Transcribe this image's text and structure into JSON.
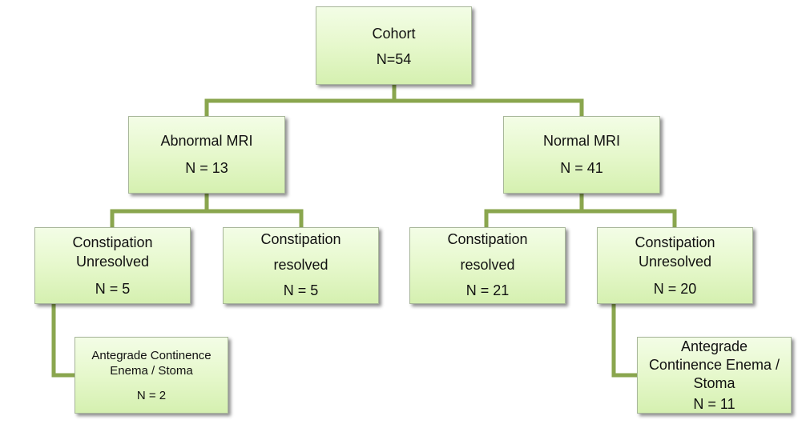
{
  "colors": {
    "connector": "#8aa64e",
    "box_top": "#f3fde6",
    "box_bottom": "#d5f0b0",
    "box_border": "#a8b79a"
  },
  "nodes": {
    "cohort": {
      "lines": [
        "Cohort",
        "N=54"
      ]
    },
    "abnormal_mri": {
      "lines": [
        "Abnormal MRI",
        "N = 13"
      ]
    },
    "normal_mri": {
      "lines": [
        "Normal MRI",
        "N = 41"
      ]
    },
    "abn_unresolved": {
      "lines": [
        "Constipation",
        "Unresolved",
        "N = 5"
      ]
    },
    "abn_resolved": {
      "lines": [
        "Constipation",
        "resolved",
        "N = 5"
      ]
    },
    "norm_resolved": {
      "lines": [
        "Constipation",
        "resolved",
        "N = 21"
      ]
    },
    "norm_unresolved": {
      "lines": [
        "Constipation",
        "Unresolved",
        "N = 20"
      ]
    },
    "abn_ace": {
      "lines": [
        "Antegrade Continence",
        "Enema / Stoma",
        "N = 2"
      ]
    },
    "norm_ace": {
      "lines": [
        "Antegrade",
        "Continence Enema /",
        "Stoma",
        "N = 11"
      ]
    }
  }
}
